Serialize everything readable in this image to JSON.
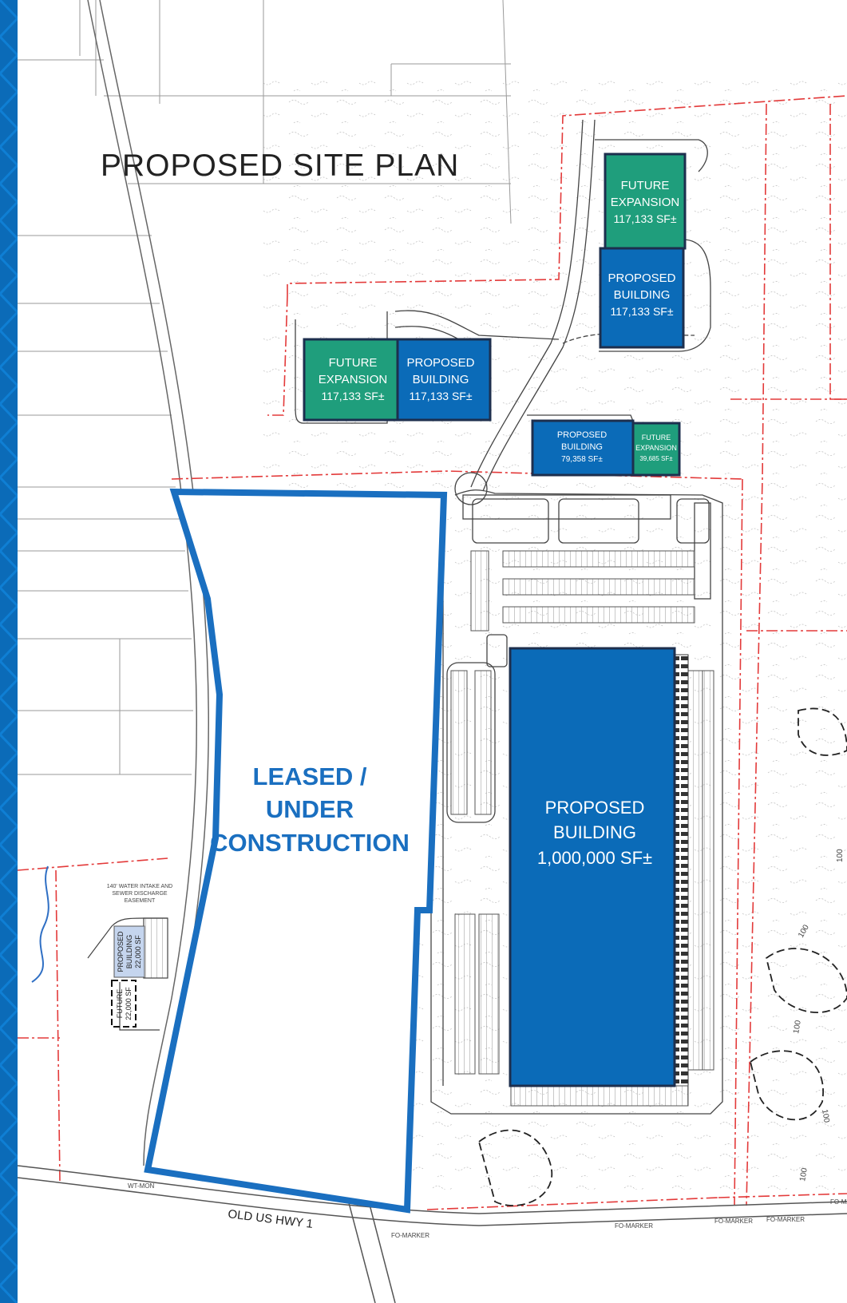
{
  "title": "PROPOSED SITE PLAN",
  "colors": {
    "blue": "#0b6bb8",
    "green": "#1f9e7c",
    "navy": "#1d2f4e",
    "red_boundary": "#e33a3a",
    "leased_outline": "#1a6fc0"
  },
  "leased": {
    "line1": "LEASED /",
    "line2": "UNDER",
    "line3": "CONSTRUCTION"
  },
  "buildings": {
    "main": {
      "line1": "PROPOSED",
      "line2": "BUILDING",
      "line3": "1,000,000 SF±"
    },
    "north_expansion": {
      "line1": "FUTURE",
      "line2": "EXPANSION",
      "line3": "117,133 SF±"
    },
    "north_building": {
      "line1": "PROPOSED",
      "line2": "BUILDING",
      "line3": "117,133 SF±"
    },
    "west_expansion": {
      "line1": "FUTURE",
      "line2": "EXPANSION",
      "line3": "117,133 SF±"
    },
    "west_building": {
      "line1": "PROPOSED",
      "line2": "BUILDING",
      "line3": "117,133 SF±"
    },
    "small_building": {
      "line1": "PROPOSED",
      "line2": "BUILDING",
      "line3": "79,358 SF±"
    },
    "small_expansion": {
      "line1": "FUTURE",
      "line2": "EXPANSION",
      "line3": "39,685 SF±"
    },
    "tiny_building": {
      "line1": "PROPOSED",
      "line2": "BUILDING",
      "line3": "22,000 SF"
    },
    "tiny_future": {
      "line1": "FUTURE",
      "line2": "22,000 SF"
    }
  },
  "annotations": {
    "road": "OLD US HWY 1",
    "easement_line1": "140' WATER INTAKE AND",
    "easement_line2": "SEWER DISCHARGE",
    "easement_line3": "EASEMENT",
    "wt_mon": "WT-MON",
    "fo_marker": "FO-MARKER",
    "contour": "100"
  }
}
